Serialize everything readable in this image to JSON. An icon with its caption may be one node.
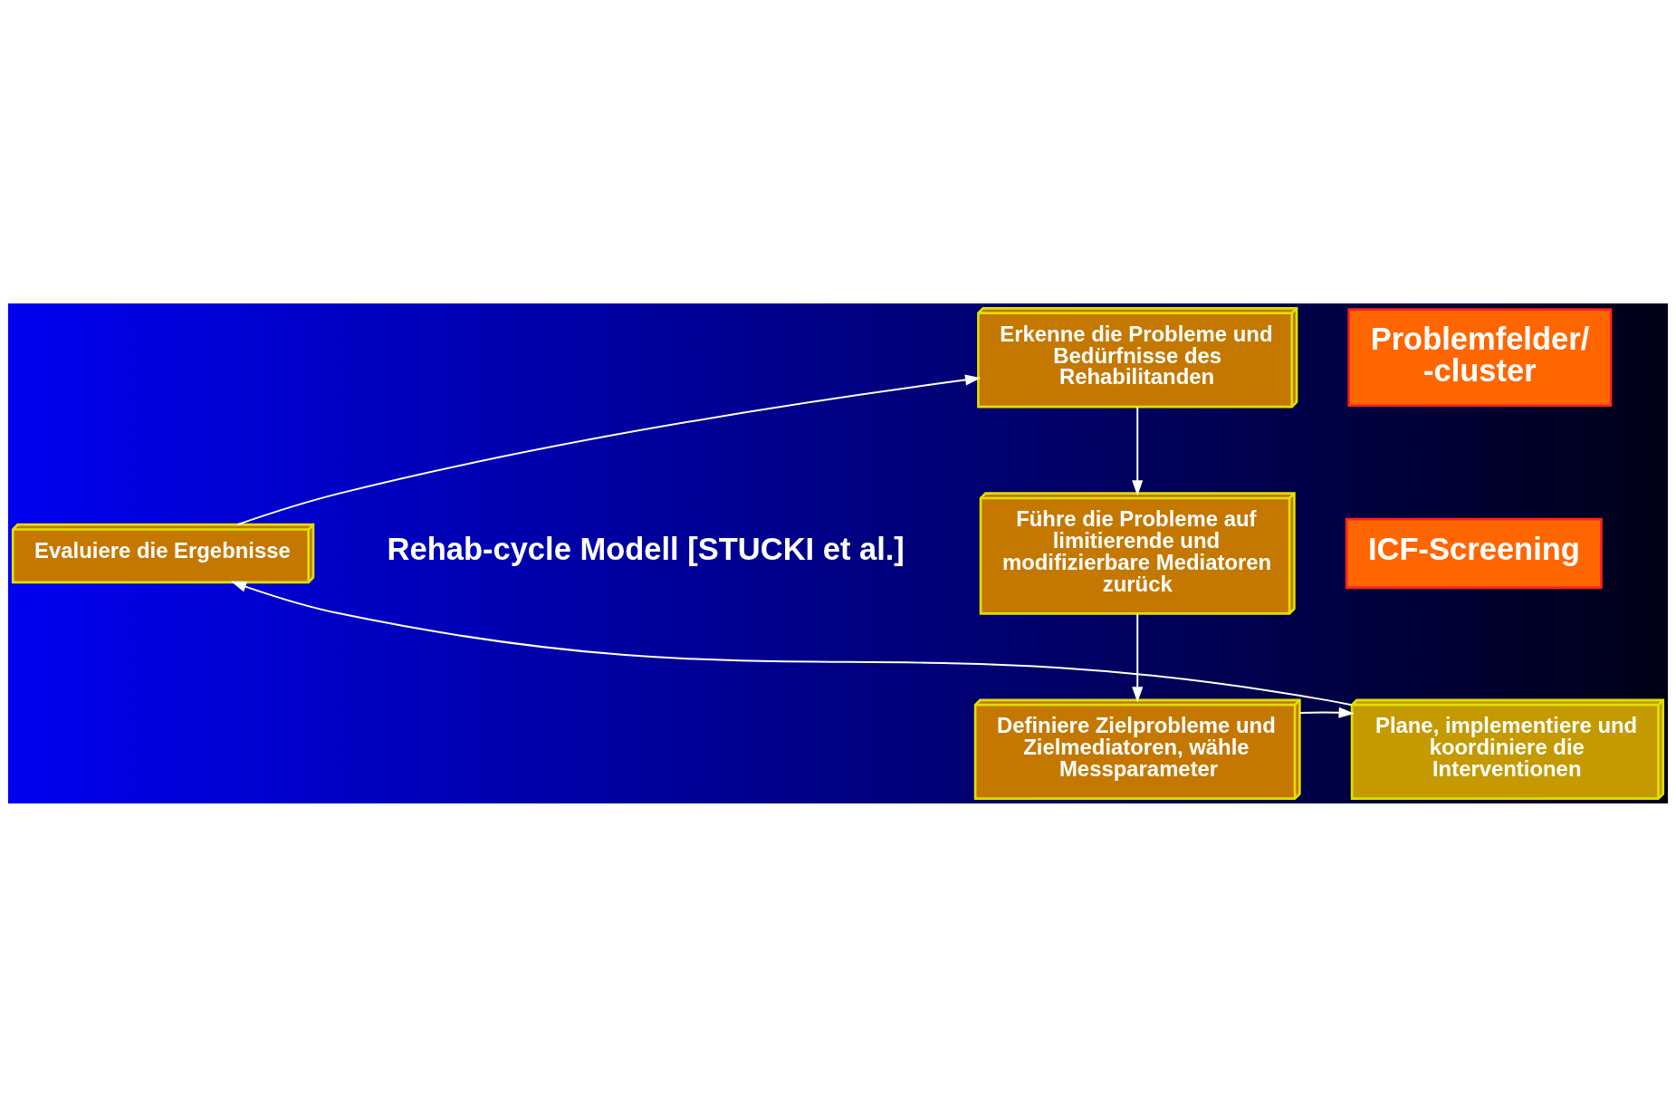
{
  "diagram": {
    "nodes": [
      {
        "text": [
          "Erkenne die Probleme und Bedürfnisse des Rehabilitanden"
        ]
      },
      {
        "text": [
          "Problemfelder/ -cluster"
        ]
      },
      {
        "text": [
          "Führe die Probleme auf limitierende und modifizierbare Mediatoren zurück"
        ]
      },
      {
        "text": [
          "ICF-Screening"
        ]
      },
      {
        "text": [
          "Evaluiere die Ergebnisse"
        ]
      },
      {
        "text": [
          "Definiere Zielprobleme und Zielmediatoren, wähle Messparameter"
        ]
      },
      {
        "text": [
          "Plane, implementiere und koordiniere die Interventionen"
        ]
      }
    ],
    "edges": [
      {
        "from": 0,
        "to": 2,
        "arrow": "to"
      },
      {
        "from": 2,
        "to": 5,
        "arrow": "to"
      },
      {
        "from": 5,
        "to": 6,
        "arrow": "to"
      },
      {
        "from": 6,
        "to": 4,
        "arrow": "to"
      },
      {
        "from": 4,
        "to": 0,
        "arrow": "to"
      }
    ],
    "labels": [
      "Rehab-cycle Modell [STUCKI et al.]"
    ]
  }
}
